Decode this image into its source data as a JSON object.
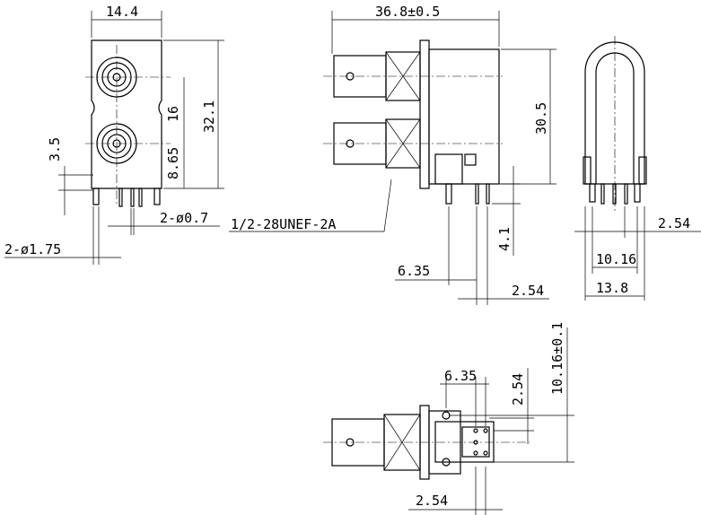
{
  "views": {
    "left": {
      "width": "14.4",
      "height": "32.1",
      "pitch": "16",
      "pin_offset": "3.5",
      "bottom_offset": "8.65",
      "small_pins": "2-ø0.7",
      "large_pins": "2-ø1.75"
    },
    "front": {
      "length": "36.8±0.5",
      "height": "30.5",
      "thread": "1/2-28UNEF-2A",
      "pin_length": "4.1",
      "pin_a": "6.35",
      "pin_b": "2.54"
    },
    "side": {
      "pin_pitch": "2.54",
      "pin_span": "10.16",
      "width": "13.8"
    },
    "bottom": {
      "pin_a": "6.35",
      "pin_b": "2.54",
      "row_spacing": "10.16±0.1",
      "pin_c": "2.54"
    }
  }
}
